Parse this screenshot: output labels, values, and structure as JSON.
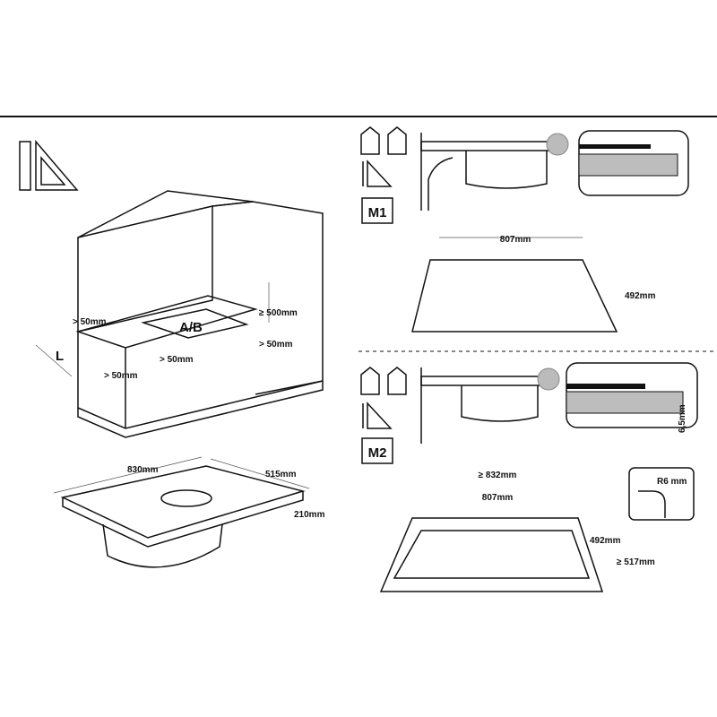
{
  "kitchen": {
    "dim_left_top": "> 50mm",
    "label_ab": "A/B",
    "dim_height": "≥ 500mm",
    "dim_right": "> 50mm",
    "label_l": "L",
    "dim_front": "> 50mm",
    "dim_bottom": "> 50mm"
  },
  "hob": {
    "width": "830mm",
    "depth": "515mm",
    "height": "210mm"
  },
  "m1": {
    "label": "M1",
    "cut_width": "807mm",
    "cut_depth": "492mm"
  },
  "m2": {
    "label": "M2",
    "outer_width": "≥ 832mm",
    "cut_width": "807mm",
    "cut_depth": "492mm",
    "outer_depth": "≥ 517mm",
    "radius": "R6 mm",
    "step": "6,5mm"
  }
}
